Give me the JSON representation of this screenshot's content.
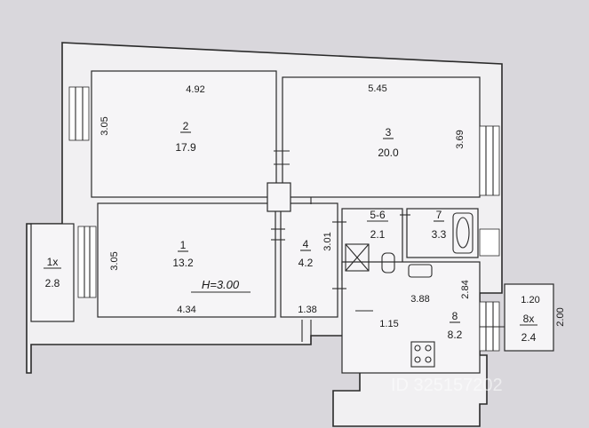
{
  "plan": {
    "rooms": [
      {
        "id": "1x",
        "number": "1x",
        "area": "2.8"
      },
      {
        "id": "2",
        "number": "2",
        "area": "17.9"
      },
      {
        "id": "3",
        "number": "3",
        "area": "20.0"
      },
      {
        "id": "1",
        "number": "1",
        "area": "13.2"
      },
      {
        "id": "4",
        "number": "4",
        "area": "4.2"
      },
      {
        "id": "5-6",
        "number": "5-6",
        "area": "2.1"
      },
      {
        "id": "7",
        "number": "7",
        "area": "3.3"
      },
      {
        "id": "8",
        "number": "8",
        "area": "8.2"
      },
      {
        "id": "8x",
        "number": "8x",
        "area": "2.4"
      }
    ],
    "dimensions": {
      "room2_width": "4.92",
      "room2_depth": "3.05",
      "room3_width": "5.45",
      "room3_depth": "3.69",
      "room1_depth": "3.05",
      "room1_width": "4.34",
      "room4_depth": "3.01",
      "room4_width": "1.38",
      "kitchen_width": "3.88",
      "kitchen_depth": "2.84",
      "kitchen_small": "1.15",
      "balcony_width": "1.20",
      "balcony_depth": "2.00"
    },
    "ceiling_height": "H=3.00",
    "watermark": "ID 325157202"
  },
  "colors": {
    "wall": "#f1f0f2",
    "line": "#2a2a2a",
    "background": "#d9d7dc"
  }
}
